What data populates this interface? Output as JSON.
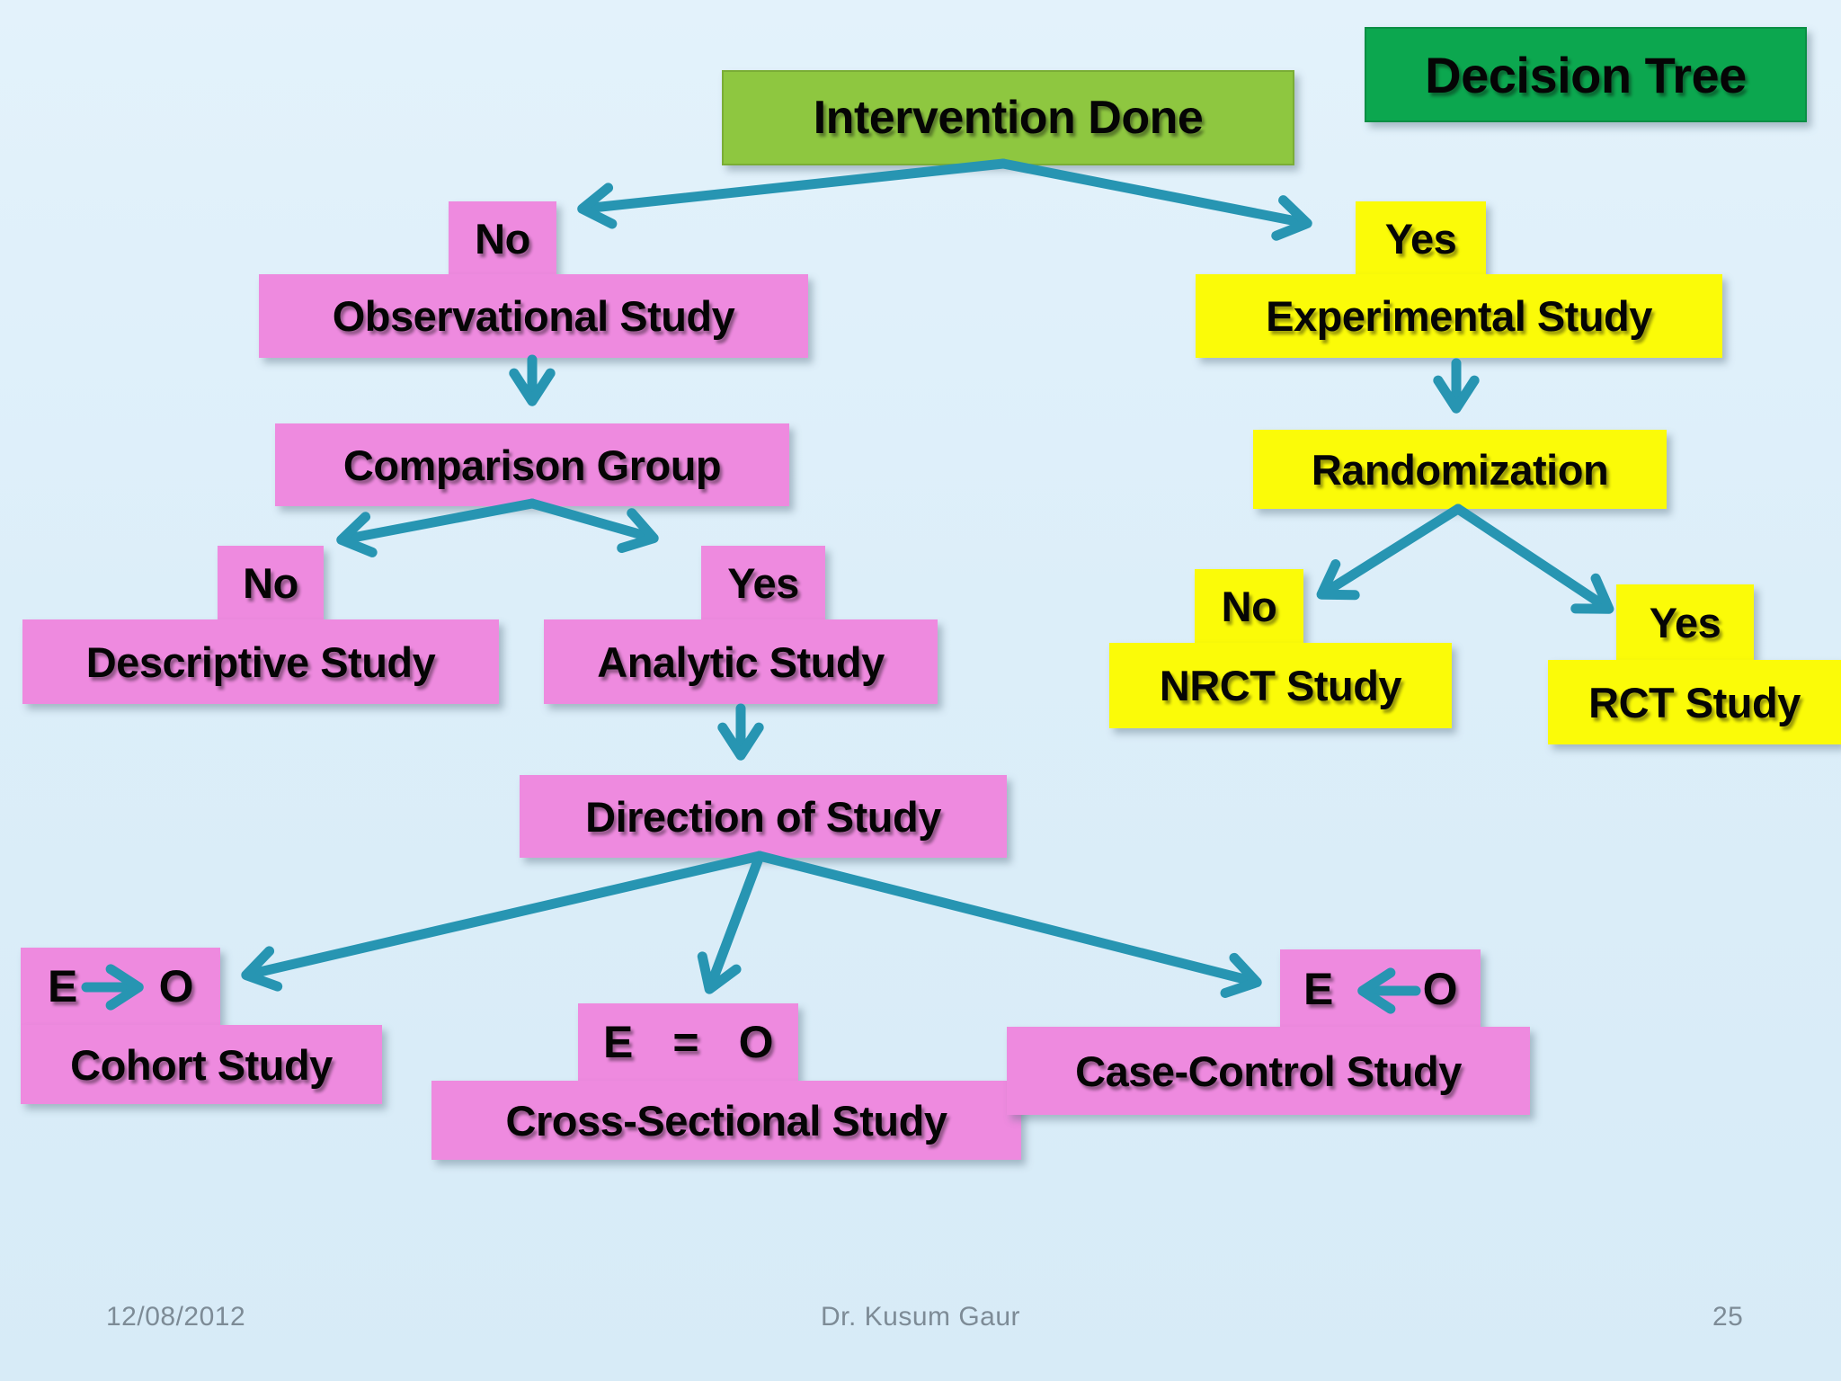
{
  "slide": {
    "badge": "Decision Tree",
    "footer": {
      "date": "12/08/2012",
      "author": "Dr. Kusum Gaur",
      "page": "25"
    }
  },
  "nodes": {
    "intervention": "Intervention Done",
    "observational_answer": "No",
    "observational": "Observational Study",
    "experimental_answer": "Yes",
    "experimental": "Experimental Study",
    "comparison": "Comparison Group",
    "descriptive_answer": "No",
    "descriptive": "Descriptive Study",
    "analytic_answer": "Yes",
    "analytic": "Analytic Study",
    "randomization": "Randomization",
    "nrct_answer": "No",
    "nrct": "NRCT Study",
    "rct_answer": "Yes",
    "rct": "RCT Study",
    "direction": "Direction of Study",
    "cohort_exposure": "E",
    "cohort_outcome": "O",
    "cohort": "Cohort Study",
    "cross_exposure": "E",
    "cross_equals": "=",
    "cross_outcome": "O",
    "cross": "Cross-Sectional Study",
    "case_exposure": "E",
    "case_outcome": "O",
    "case": "Case-Control Study"
  },
  "colors": {
    "background": "#DCEEF9",
    "pink": "#EE8ADF",
    "yellow": "#FBFB08",
    "light_green": "#8EC740",
    "dark_green": "#0CA74F",
    "arrow": "#2795B2",
    "node_text": "#050505",
    "footer_text": "#7D8B96"
  }
}
